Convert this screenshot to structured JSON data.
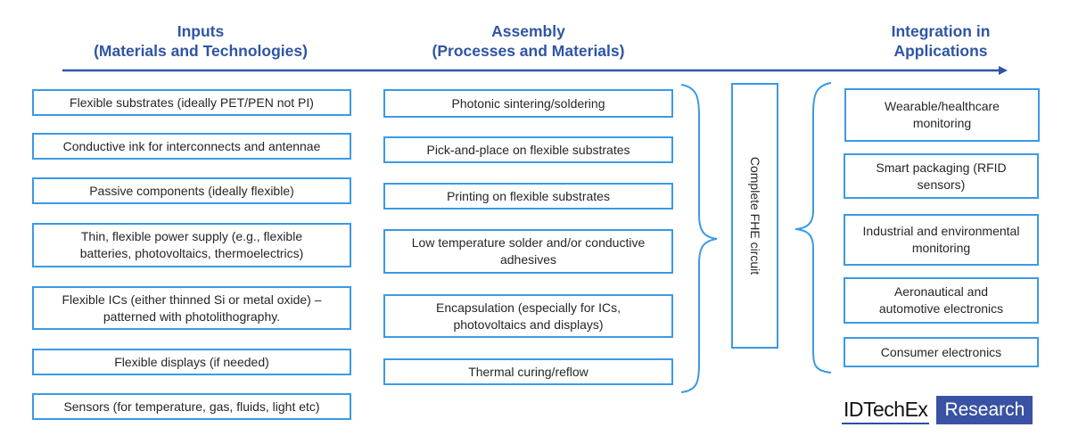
{
  "headers": {
    "inputs": [
      "Inputs",
      "(Materials and Technologies)"
    ],
    "assembly": [
      "Assembly",
      "(Processes and Materials)"
    ],
    "integration": [
      "Integration in",
      "Applications"
    ]
  },
  "inputs": [
    "Flexible substrates (ideally PET/PEN not PI)",
    "Conductive ink for interconnects and antennae",
    "Passive components (ideally flexible)",
    "Thin, flexible power supply (e.g., flexible batteries, photovoltaics, thermoelectrics)",
    "Flexible ICs (either thinned Si or metal oxide) – patterned with photolithography.",
    "Flexible displays (if needed)",
    "Sensors (for temperature, gas, fluids, light etc)"
  ],
  "assembly": [
    "Photonic sintering/soldering",
    "Pick-and-place on flexible substrates",
    "Printing on flexible substrates",
    "Low temperature solder and/or conductive adhesives",
    "Encapsulation (especially for ICs, photovoltaics and displays)",
    "Thermal curing/reflow"
  ],
  "center_label": "Complete FHE circuit",
  "applications": [
    "Wearable/healthcare monitoring",
    "Smart packaging (RFID sensors)",
    "Industrial and environmental monitoring",
    "Aeronautical and automotive electronics",
    "Consumer electronics"
  ],
  "logo": {
    "brand": "IDTechEx",
    "tag": "Research"
  },
  "colors": {
    "heading": "#2f55a4",
    "box_border": "#3b9ae6",
    "logo_bg": "#3a52a3"
  }
}
